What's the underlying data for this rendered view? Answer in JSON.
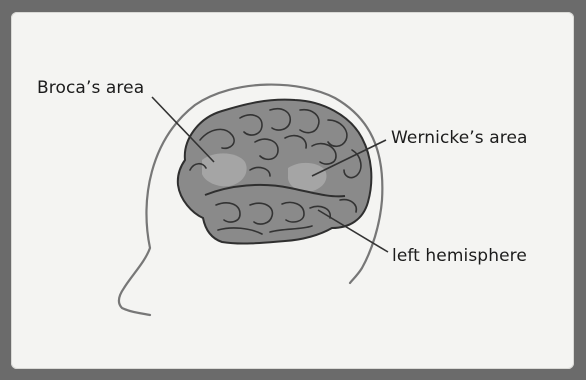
{
  "diagram": {
    "labels": {
      "broca": "Broca’s area",
      "wernicke": "Wernicke’s area",
      "hemisphere": "left hemisphere"
    },
    "colors": {
      "frame": "#6b6b6b",
      "panel": "#f4f4f2",
      "brain_fill": "#8a8a8a",
      "brain_fold": "#3a3a3a",
      "highlight_area": "#a9a9a9",
      "head_outline": "#777777",
      "leader_line": "#333333"
    }
  }
}
